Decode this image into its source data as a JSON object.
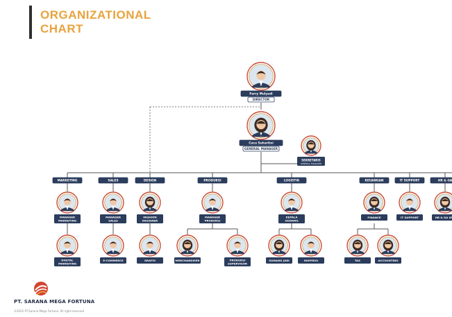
{
  "header": {
    "title_line1": "ORGANIZATIONAL",
    "title_line2": "CHART"
  },
  "footer": {
    "company": "PT. SARANA MEGA FORTUNA",
    "copyright": "©2022 PT.Sarana Mega Fortuna. All right reserved"
  },
  "colors": {
    "accent": "#e8a33d",
    "ring": "#d9a441",
    "ring_red": "#c94b3c",
    "navy": "#2b3c5c",
    "line": "#555555"
  },
  "org": {
    "director": {
      "name": "Ferry Mulyadi",
      "title": "DIRECTOR",
      "gender": "m"
    },
    "gm": {
      "name": "Cucu Suhartini",
      "title": "GENERAL MANAGER",
      "gender": "f"
    },
    "secretary": {
      "name": "SEKRETARIS",
      "sub": "GENERAL MANAGER",
      "gender": "f"
    },
    "departments": [
      {
        "name": "MARKETING",
        "roles": [
          {
            "label": "MANAGER MARKETING",
            "gender": "m"
          },
          {
            "label": "DIGITAL MARKETING",
            "gender": "m"
          }
        ]
      },
      {
        "name": "SALES",
        "roles": [
          {
            "label": "MANAGER SALES",
            "gender": "m"
          },
          {
            "label": "E-COMMERCE",
            "gender": "m"
          }
        ]
      },
      {
        "name": "DESIGN",
        "roles": [
          {
            "label": "FASHION DESIGNER",
            "gender": "f"
          },
          {
            "label": "GRAFIS",
            "gender": "m"
          }
        ]
      },
      {
        "name": "PRODUKSI",
        "roles": [
          {
            "label": "MANAGER PRODUKSI",
            "gender": "m"
          }
        ],
        "subroles": [
          {
            "label": "MERCHANDISER",
            "gender": "f"
          },
          {
            "label": "PRODUKSI SUPERVISOR",
            "gender": "m"
          }
        ]
      },
      {
        "name": "LOGISTIK",
        "roles": [
          {
            "label": "KEPALA GUDANG",
            "gender": "m"
          }
        ],
        "subroles": [
          {
            "label": "GUDANG JADI",
            "gender": "f"
          },
          {
            "label": "INSPEKSI",
            "gender": "m"
          }
        ]
      },
      {
        "name": "KEUANGAN",
        "roles": [
          {
            "label": "FINANCE",
            "gender": "f"
          }
        ],
        "subroles": [
          {
            "label": "TAX",
            "gender": "f"
          },
          {
            "label": "ACCOUNTING",
            "gender": "f"
          }
        ]
      },
      {
        "name": "IT SUPPORT",
        "roles": [
          {
            "label": "IT SUPPORT",
            "gender": "m"
          }
        ]
      },
      {
        "name": "HR & GA",
        "roles": [
          {
            "label": "HR & GA SPV",
            "gender": "f"
          }
        ]
      }
    ]
  }
}
